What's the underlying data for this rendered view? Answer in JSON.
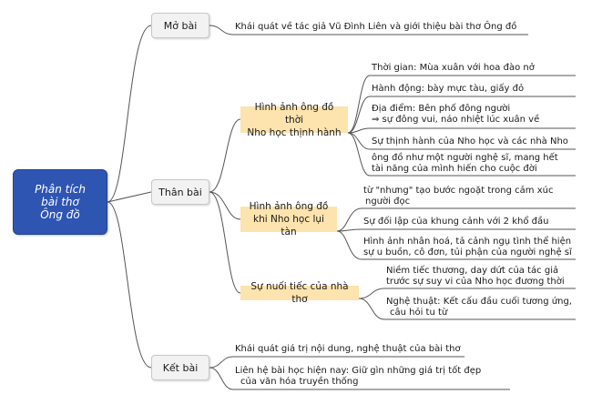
{
  "root": {
    "line1": "Phân tích",
    "line2": "bài thơ",
    "line3": "Ông đồ"
  },
  "branches": {
    "mo_bai": {
      "label": "Mở bài",
      "items": [
        "Khái quát về tác giả Vũ Đình Liên và giới thiệu bài thơ Ông đồ"
      ]
    },
    "than_bai": {
      "label": "Thân bài",
      "sub1": {
        "label_line1": "Hình ảnh ông đồ thời",
        "label_line2": "Nho học thịnh hành",
        "items": [
          {
            "line1": "Thời gian: Mùa xuân với hoa đào nở"
          },
          {
            "line1": "Hành động: bày mực tàu, giấy đỏ"
          },
          {
            "line1": "Địa điểm: Bên phố đông người",
            "line2": "⇒ sự đông vui, náo nhiệt lúc xuân về"
          },
          {
            "line1": "Sự thịnh hành của Nho học và các nhà Nho"
          },
          {
            "line1": "ông đồ như một người nghệ sĩ, mang hết",
            "line2": "tài năng của mình hiến cho cuộc đời"
          }
        ]
      },
      "sub2": {
        "label_line1": "Hình ảnh ông đồ",
        "label_line2": "khi Nho học lụi tàn",
        "items": [
          {
            "line1": "từ \"nhưng\" tạo bước ngoặt trong cảm xúc",
            "line2": "người đọc"
          },
          {
            "line1": "Sự đối lập của khung cảnh với 2 khổ đầu"
          },
          {
            "line1": "Hình ảnh nhân hoá, tả cảnh ngụ tình thể hiện",
            "line2": "sự u buồn, cô đơn, tủi phận của người nghệ sĩ"
          }
        ]
      },
      "sub3": {
        "label": "Sự nuối tiếc của nhà thơ",
        "items": [
          {
            "line1": "Niềm tiếc thương, day dứt của tác giả",
            "line2": "trước sự suy vi của Nho học đương thời"
          },
          {
            "line1": "Nghệ thuật: Kết cấu đầu cuối tương ứng,",
            "line2": "câu hỏi tu từ"
          }
        ]
      }
    },
    "ket_bai": {
      "label": "Kết bài",
      "items": [
        {
          "line1": "Khái quát giá trị nội dung, nghệ thuật của bài thơ"
        },
        {
          "line1": "Liên hệ bài học hiện nay: Giữ gìn những giá trị tốt đẹp",
          "line2": "của văn hóa truyền thống"
        }
      ]
    }
  }
}
